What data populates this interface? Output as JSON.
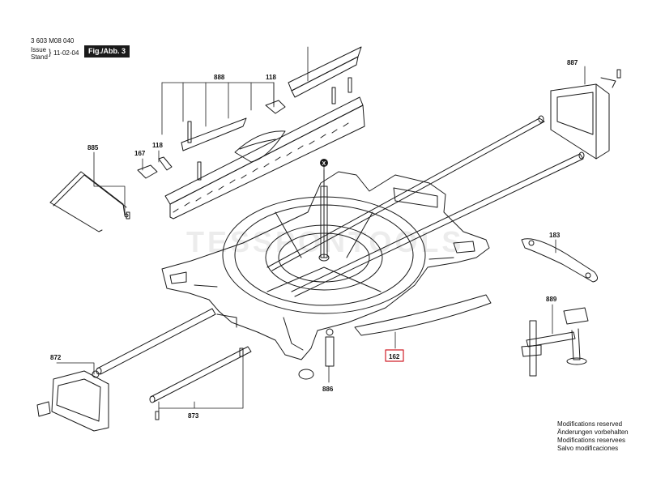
{
  "header": {
    "doc_number": "3 603 M08 040",
    "issue_label": "Issue",
    "stand_label": "Stand",
    "date": "11-02-04",
    "figure": "Fig./Abb. 3"
  },
  "watermark": "TESSPONTOOLS",
  "parts": {
    "p887": "887",
    "p888": "888",
    "p118a": "118",
    "p118b": "118",
    "p167": "167",
    "p885": "885",
    "p183": "183",
    "p889": "889",
    "p162": "162",
    "p872": "872",
    "p873": "873",
    "p886": "886",
    "pX": "X"
  },
  "notes": {
    "en": "Modifications reserved",
    "de": "Änderungen vorbehalten",
    "fr": "Modifications reservees",
    "es": "Salvo modificaciones"
  },
  "colors": {
    "line": "#1a1a1a",
    "highlight": "#d0202a",
    "background": "#ffffff"
  }
}
